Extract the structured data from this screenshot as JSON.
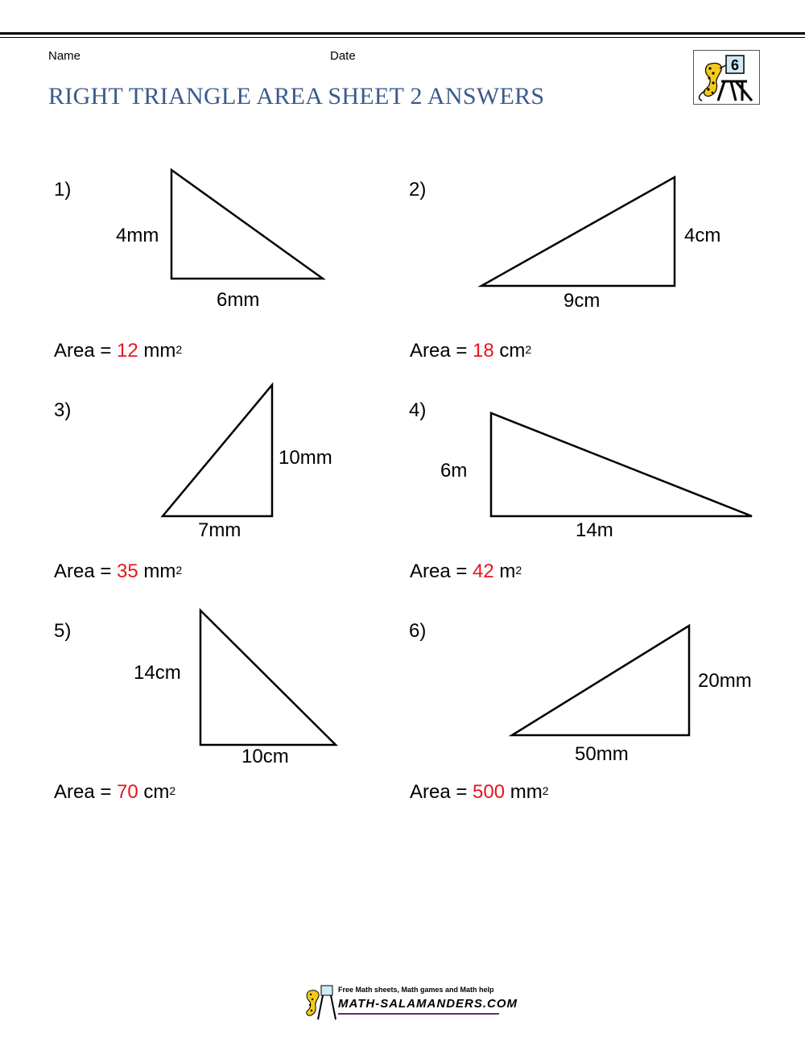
{
  "header": {
    "name_label": "Name",
    "date_label": "Date",
    "title": "RIGHT TRIANGLE AREA SHEET 2 ANSWERS",
    "title_color": "#3a5a8c",
    "logo_badge": "6"
  },
  "answer_color": "#e8141c",
  "problems": [
    {
      "number": "1)",
      "height_label": "4mm",
      "base_label": "6mm",
      "area_prefix": "Area = ",
      "answer": "12",
      "unit": "mm",
      "exp": "2"
    },
    {
      "number": "2)",
      "height_label": "4cm",
      "base_label": "9cm",
      "area_prefix": "Area = ",
      "answer": "18",
      "unit": "cm",
      "exp": "2"
    },
    {
      "number": "3)",
      "height_label": "10mm",
      "base_label": "7mm",
      "area_prefix": "Area = ",
      "answer": "35",
      "unit": "mm",
      "exp": "2"
    },
    {
      "number": "4)",
      "height_label": "6m",
      "base_label": "14m",
      "area_prefix": "Area = ",
      "answer": "42",
      "unit": "m",
      "exp": "2"
    },
    {
      "number": "5)",
      "height_label": "14cm",
      "base_label": "10cm",
      "area_prefix": "Area = ",
      "answer": "70",
      "unit": "cm",
      "exp": "2"
    },
    {
      "number": "6)",
      "height_label": "20mm",
      "base_label": "50mm",
      "area_prefix": "Area = ",
      "answer": "500",
      "unit": "mm",
      "exp": "2"
    }
  ],
  "footer": {
    "tagline": "Free Math sheets, Math games and Math help",
    "site": "MATH-SALAMANDERS.COM"
  }
}
